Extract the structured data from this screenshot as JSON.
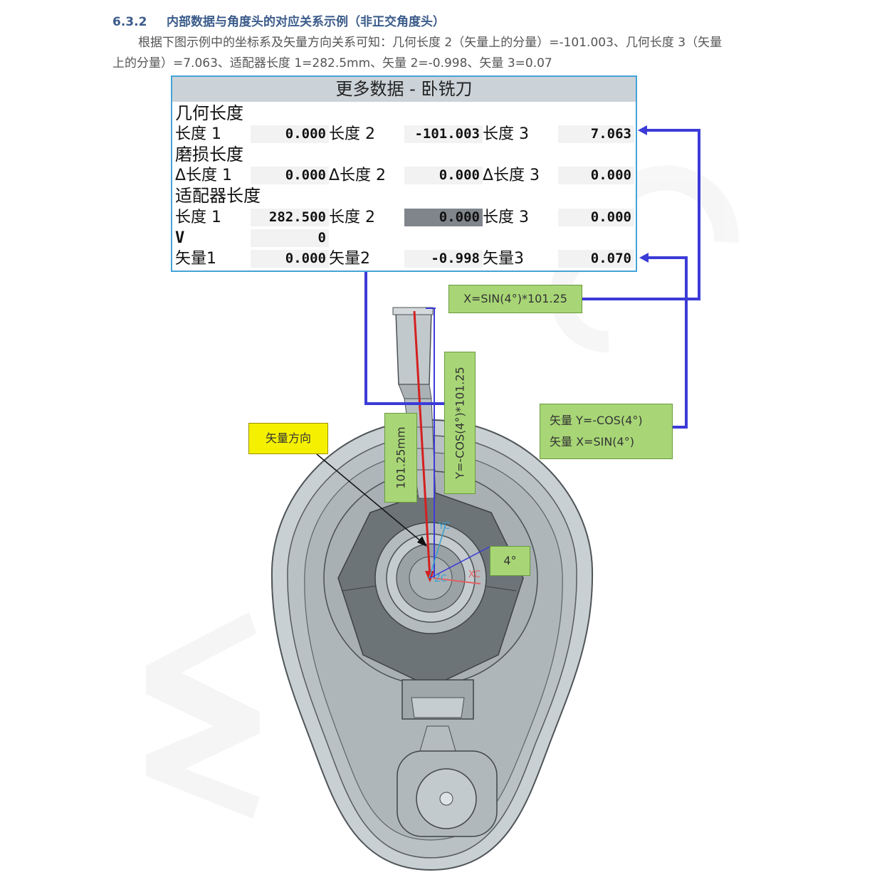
{
  "heading": {
    "number": "6.3.2",
    "title": "内部数据与角度头的对应关系示例（非正交角度头）"
  },
  "paragraph": {
    "line1": "根据下图示例中的坐标系及矢量方向关系可知：几何长度 2（矢量上的分量）=-101.003、几何长度 3（矢量",
    "line2": "上的分量）=7.063、适配器长度 1=282.5mm、矢量 2=-0.998、矢量 3=0.07"
  },
  "dialog": {
    "title": "更多数据 - 卧铣刀",
    "geometry_section": "几何长度",
    "wear_section": "磨损长度",
    "adapter_section": "适配器长度",
    "rows": {
      "geometry": {
        "l1": "长度 1",
        "v1": "0.000",
        "l2": "长度 2",
        "v2": "-101.003",
        "l3": "长度 3",
        "v3": "7.063"
      },
      "wear": {
        "l1": "Δ长度 1",
        "v1": "0.000",
        "l2": "Δ长度 2",
        "v2": "0.000",
        "l3": "Δ长度 3",
        "v3": "0.000"
      },
      "adapter": {
        "l1": "长度 1",
        "v1": "282.500",
        "l2": "长度 2",
        "v2": "0.000",
        "l3": "长度 3",
        "v3": "0.000"
      },
      "v": {
        "l1": "V",
        "v1": "0"
      },
      "vector": {
        "l1": "矢量1",
        "v1": "0.000",
        "l2": "矢量2",
        "v2": "-0.998",
        "l3": "矢量3",
        "v3": "0.070"
      }
    }
  },
  "annotations": {
    "x_formula": "X=SIN(4°)*101.25",
    "y_formula": "Y=-COS(4°)*101.25",
    "length": "101.25mm",
    "vector_direction": "矢量方向",
    "vector_y": "矢量 Y=-COS(4°)",
    "vector_x": "矢量 X=SIN(4°)",
    "angle": "4°",
    "axis_yc": "YC",
    "axis_xc": "XC",
    "axis_zc": "ZC"
  },
  "colors": {
    "heading": "#3b5b8a",
    "panel_border": "#45a3d8",
    "arrow_blue": "#3b3bd8",
    "arrow_red": "#d42020",
    "tag_green": "#a8d676",
    "tag_yellow": "#f5f000"
  }
}
